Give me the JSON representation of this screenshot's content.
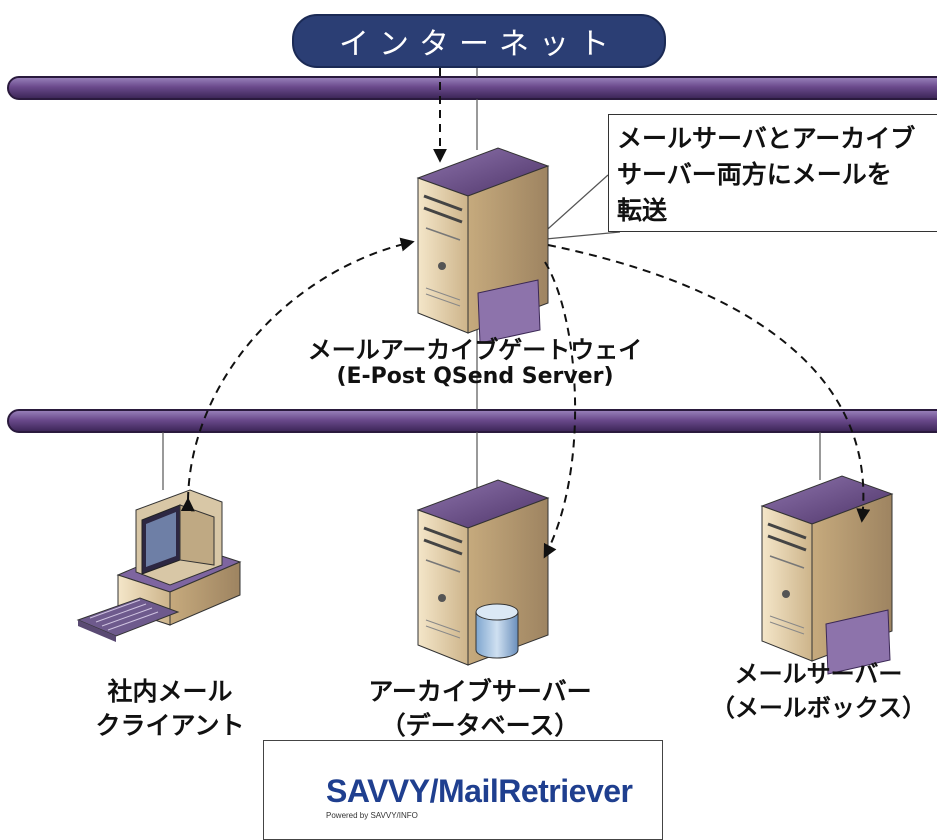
{
  "internet": {
    "label": "インターネット"
  },
  "callout": {
    "lines": [
      "メールサーバとアーカイブ",
      "サーバー両方にメールを",
      "転送"
    ]
  },
  "gateway": {
    "label_line1": "メールアーカイブゲートウェイ",
    "label_line2": "(E-Post QSend Server)"
  },
  "client": {
    "label_line1": "社内メール",
    "label_line2": "クライアント"
  },
  "archive": {
    "label_line1": "アーカイブサーバー",
    "label_line2": "（データベース）"
  },
  "mailserver": {
    "label_line1": "メールサーバー",
    "label_line2": "（メールボックス）"
  },
  "brand": {
    "name": "SAVVY/MailRetriever",
    "sub": "Powered by SAVVY/INFO"
  },
  "colors": {
    "bus": "#6b4a8c",
    "pill": "#2b3e74",
    "server_body": "#e6d3b0",
    "server_top": "#6a4d86",
    "arrow": "#111111"
  }
}
